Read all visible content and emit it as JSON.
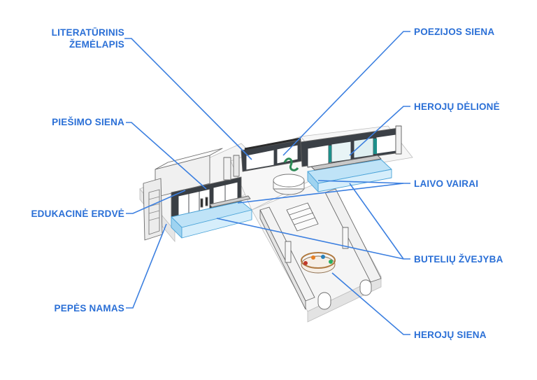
{
  "labels": {
    "literaturinis_line1": "LITERATŪRINIS",
    "literaturinis_line2": "ŽEMĖLAPIS",
    "poezijos_siena": "POEZIJOS SIENA",
    "herojai_delione": "HEROJŲ DĖLIONĖ",
    "piesimo_siena": "PIEŠIMO SIENA",
    "laivo_vairai": "LAIVO VAIRAI",
    "edukacine_erdve": "EDUKACINĖ ERDVĖ",
    "buteliu_zvejyba": "BUTELIŲ ŽVEJYBA",
    "pepes_namas": "PEPĖS NAMAS",
    "heroju_siena": "HEROJŲ SIENA"
  },
  "colors": {
    "label_blue": "#2a6fd6",
    "leader_line": "#3b7fe0",
    "glass": "#bfe3f7",
    "wall": "#f2f2f2",
    "outline": "#555555"
  }
}
